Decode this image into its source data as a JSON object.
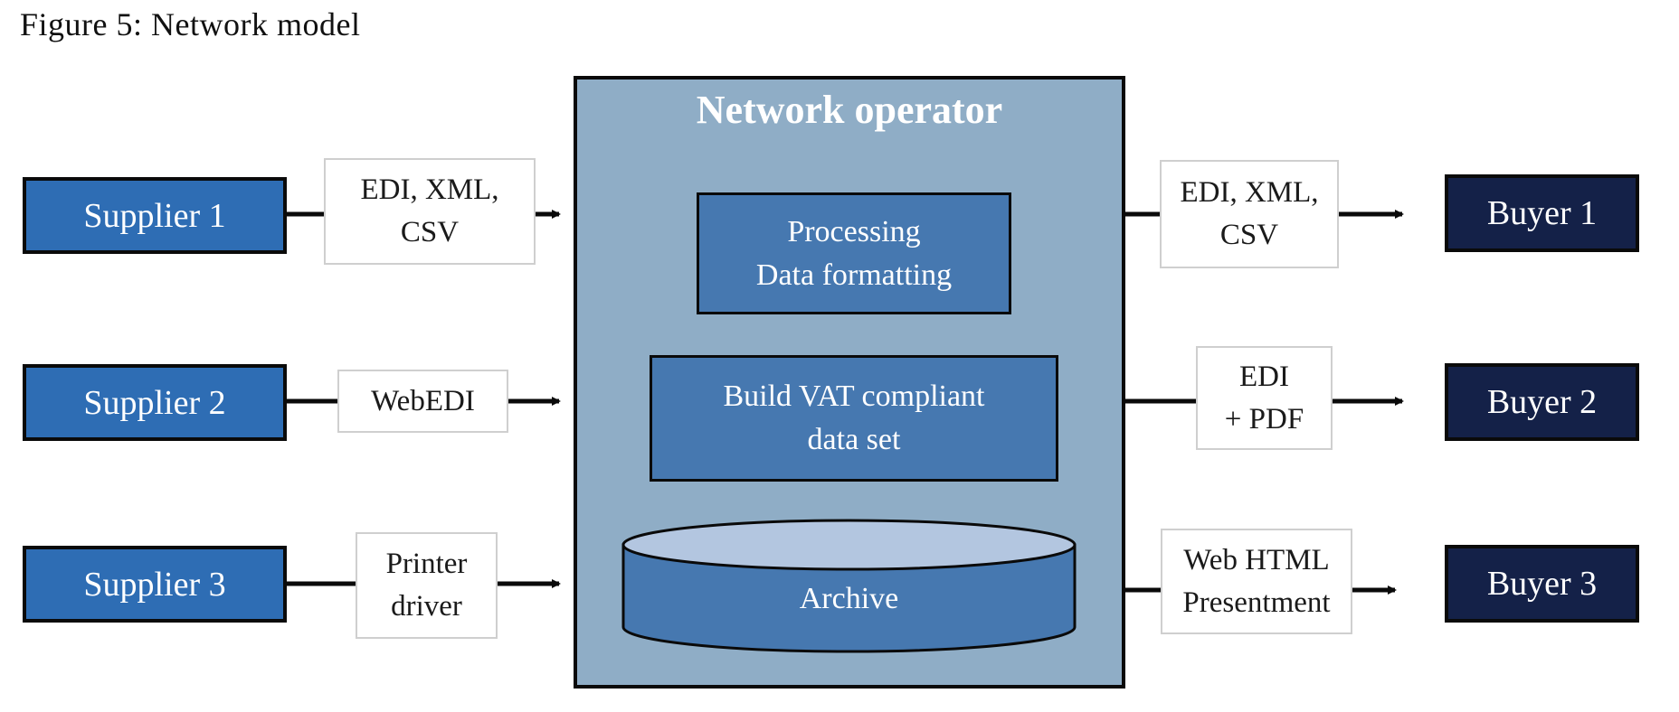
{
  "figure": {
    "title": "Figure 5: Network model",
    "type": "network-flow-diagram"
  },
  "colors": {
    "supplier": "#2e6db4",
    "buyer": "#142148",
    "network": "#8fadc6",
    "process": "#4678b0",
    "cylinder_top": "#b3c6e0",
    "outline": "#0a0a0a"
  },
  "suppliers": [
    {
      "label": "Supplier 1"
    },
    {
      "label": "Supplier 2"
    },
    {
      "label": "Supplier 3"
    }
  ],
  "left_channels": [
    {
      "lines": [
        "EDI, XML,",
        "CSV"
      ]
    },
    {
      "lines": [
        "WebEDI"
      ]
    },
    {
      "lines": [
        "Printer",
        "driver"
      ]
    }
  ],
  "network": {
    "title": "Network operator",
    "processes": [
      {
        "lines": [
          "Processing",
          "Data formatting"
        ]
      },
      {
        "lines": [
          "Build VAT compliant",
          "data set"
        ]
      }
    ],
    "datastore": {
      "label": "Archive"
    }
  },
  "right_channels": [
    {
      "lines": [
        "EDI, XML,",
        "CSV"
      ]
    },
    {
      "lines": [
        "EDI",
        "+ PDF"
      ]
    },
    {
      "lines": [
        "Web HTML",
        "Presentment"
      ]
    }
  ],
  "buyers": [
    {
      "label": "Buyer 1"
    },
    {
      "label": "Buyer 2"
    },
    {
      "label": "Buyer 3"
    }
  ]
}
